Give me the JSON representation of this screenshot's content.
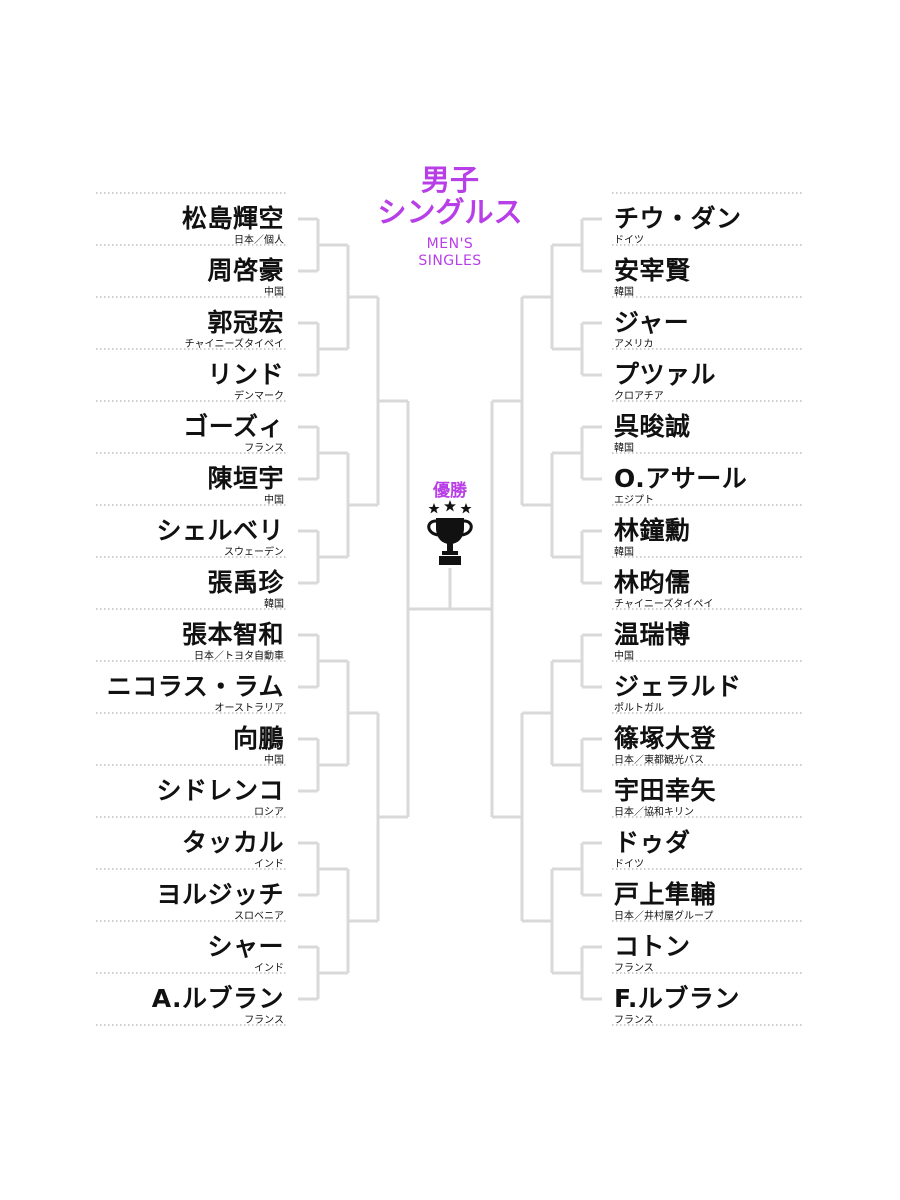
{
  "title": {
    "jp_line1": "男子",
    "jp_line2": "シングルス",
    "en_line1": "MEN'S",
    "en_line2": "SINGLES"
  },
  "champion_label": "優勝",
  "icons": {
    "trophy": "trophy-icon"
  },
  "colors": {
    "accent": "#b83fe8",
    "bracket_line": "#d9d9d9",
    "dotted_rule": "#9a9a9a",
    "text": "#111111"
  },
  "left_players": [
    {
      "name": "松島輝空",
      "org": "日本／個人"
    },
    {
      "name": "周啓豪",
      "org": "中国"
    },
    {
      "name": "郭冠宏",
      "org": "チャイニーズタイペイ"
    },
    {
      "name": "リンド",
      "org": "デンマーク"
    },
    {
      "name": "ゴーズィ",
      "org": "フランス"
    },
    {
      "name": "陳垣宇",
      "org": "中国"
    },
    {
      "name": "シェルベリ",
      "org": "スウェーデン"
    },
    {
      "name": "張禹珍",
      "org": "韓国"
    },
    {
      "name": "張本智和",
      "org": "日本／トヨタ自動車"
    },
    {
      "name": "ニコラス・ラム",
      "org": "オーストラリア"
    },
    {
      "name": "向鵬",
      "org": "中国"
    },
    {
      "name": "シドレンコ",
      "org": "ロシア"
    },
    {
      "name": "タッカル",
      "org": "インド"
    },
    {
      "name": "ヨルジッチ",
      "org": "スロベニア"
    },
    {
      "name": "シャー",
      "org": "インド"
    },
    {
      "name": "A.ルブラン",
      "org": "フランス"
    }
  ],
  "right_players": [
    {
      "name": "チウ・ダン",
      "org": "ドイツ"
    },
    {
      "name": "安宰賢",
      "org": "韓国"
    },
    {
      "name": "ジャー",
      "org": "アメリカ"
    },
    {
      "name": "プツァル",
      "org": "クロアチア"
    },
    {
      "name": "呉晙誠",
      "org": "韓国"
    },
    {
      "name": "O.アサール",
      "org": "エジプト"
    },
    {
      "name": "林鐘勳",
      "org": "韓国"
    },
    {
      "name": "林昀儒",
      "org": "チャイニーズタイペイ"
    },
    {
      "name": "温瑞博",
      "org": "中国"
    },
    {
      "name": "ジェラルド",
      "org": "ポルトガル"
    },
    {
      "name": "篠塚大登",
      "org": "日本／東都観光バス"
    },
    {
      "name": "宇田幸矢",
      "org": "日本／協和キリン"
    },
    {
      "name": "ドゥダ",
      "org": "ドイツ"
    },
    {
      "name": "戸上隼輔",
      "org": "日本／井村屋グループ"
    },
    {
      "name": "コトン",
      "org": "フランス"
    },
    {
      "name": "F.ルブラン",
      "org": "フランス"
    }
  ]
}
